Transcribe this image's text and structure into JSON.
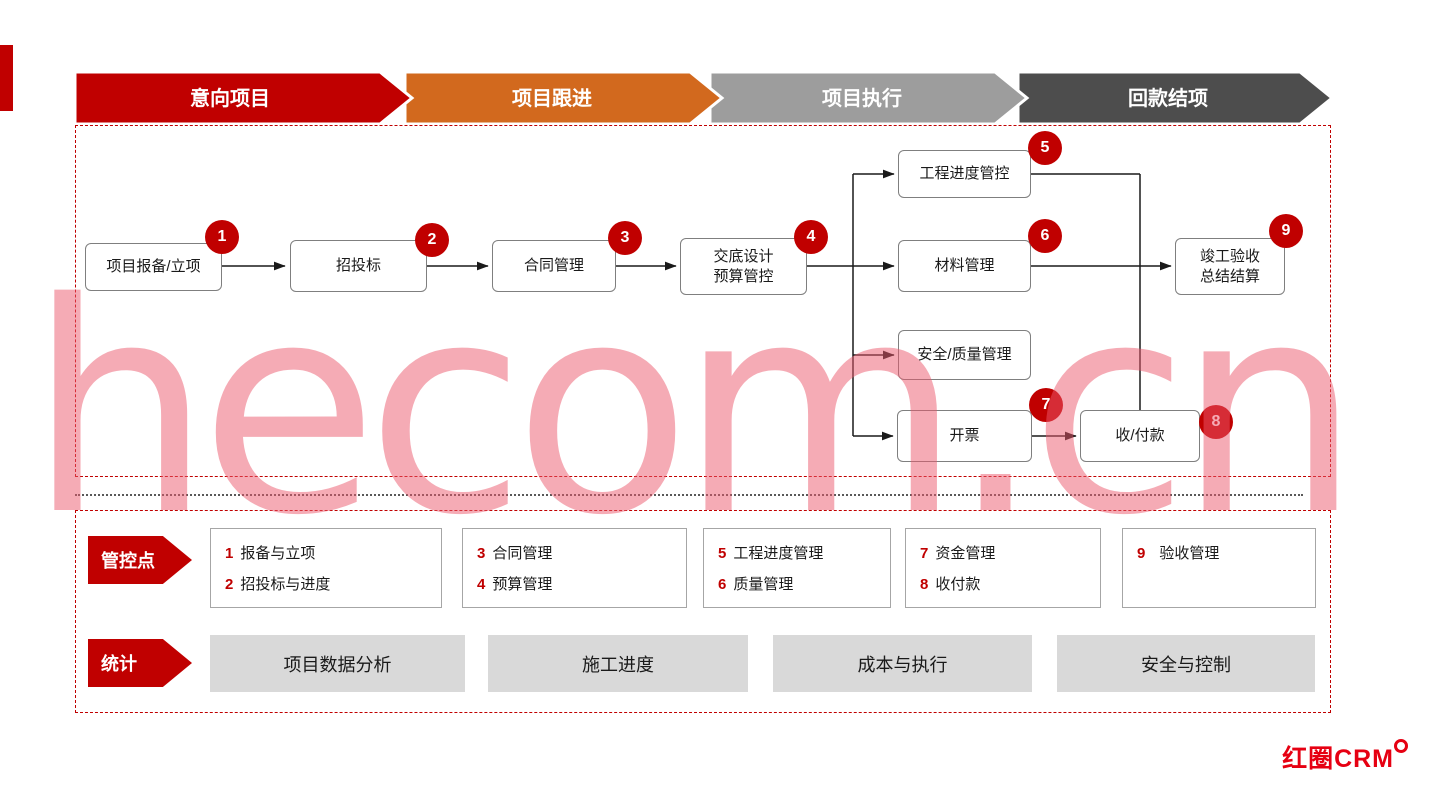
{
  "watermark": "hecom.cn",
  "phases": [
    {
      "label": "意向项目",
      "color": "#c00000"
    },
    {
      "label": "项目跟进",
      "color": "#d2691e"
    },
    {
      "label": "项目执行",
      "color": "#9d9d9d"
    },
    {
      "label": "回款结项",
      "color": "#4d4d4d"
    }
  ],
  "flow": {
    "nodes": [
      {
        "label": "项目报备/立项",
        "badge": "1"
      },
      {
        "label": "招投标",
        "badge": "2"
      },
      {
        "label": "合同管理",
        "badge": "3"
      },
      {
        "line1": "交底设计",
        "line2": "预算管控",
        "badge": "4"
      },
      {
        "label": "工程进度管控",
        "badge": "5"
      },
      {
        "label": "材料管理",
        "badge": "6"
      },
      {
        "label": "安全/质量管理"
      },
      {
        "label": "开票",
        "badge": "7"
      },
      {
        "label": "收/付款",
        "badge": "8"
      },
      {
        "line1": "竣工验收",
        "line2": "总结结算",
        "badge": "9"
      }
    ]
  },
  "control_points": {
    "title": "管控点",
    "groups": [
      {
        "rows": [
          {
            "num": "1",
            "text": "报备与立项"
          },
          {
            "num": "2",
            "text": "招投标与进度"
          }
        ]
      },
      {
        "rows": [
          {
            "num": "3",
            "text": "合同管理"
          },
          {
            "num": "4",
            "text": "预算管理"
          }
        ]
      },
      {
        "rows": [
          {
            "num": "5",
            "text": "工程进度管理"
          },
          {
            "num": "6",
            "text": "质量管理"
          }
        ]
      },
      {
        "rows": [
          {
            "num": "7",
            "text": "资金管理"
          },
          {
            "num": "8",
            "text": "收付款"
          }
        ]
      },
      {
        "rows": [
          {
            "num": "9",
            "text": "验收管理"
          }
        ]
      }
    ]
  },
  "stats": {
    "title": "统计",
    "items": [
      {
        "label": "项目数据分析"
      },
      {
        "label": "施工进度"
      },
      {
        "label": "成本与执行"
      },
      {
        "label": "安全与控制"
      }
    ]
  },
  "logo": {
    "text": "红圈CRM"
  },
  "colors": {
    "accent_red": "#c00000",
    "phase_orange": "#d2691e",
    "phase_gray": "#9d9d9d",
    "phase_dark": "#4d4d4d",
    "stat_box_bg": "#d9d9d9",
    "watermark_pink": "#ec586c",
    "logo_red": "#e60012"
  }
}
